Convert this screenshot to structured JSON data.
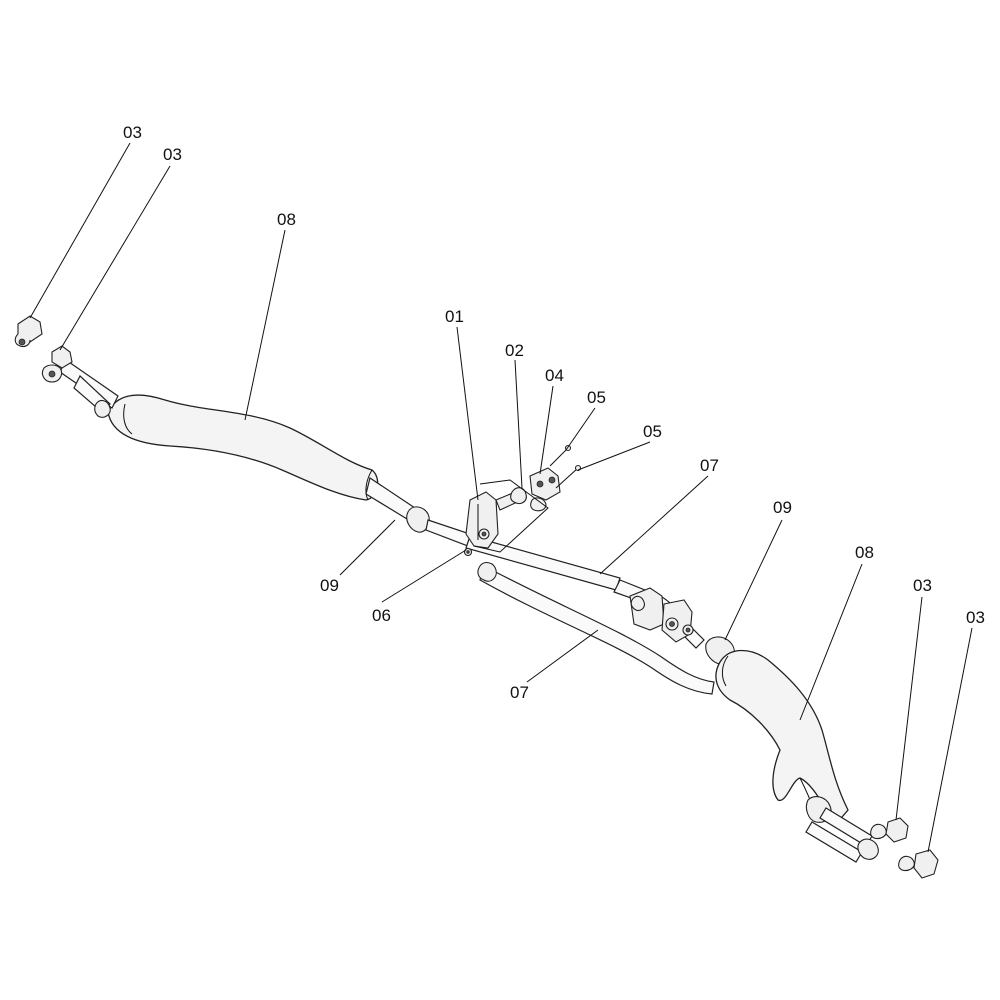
{
  "diagram": {
    "callouts": [
      {
        "id": "c-03-a",
        "label": "03"
      },
      {
        "id": "c-03-b",
        "label": "03"
      },
      {
        "id": "c-08-a",
        "label": "08"
      },
      {
        "id": "c-01",
        "label": "01"
      },
      {
        "id": "c-02",
        "label": "02"
      },
      {
        "id": "c-04",
        "label": "04"
      },
      {
        "id": "c-05-a",
        "label": "05"
      },
      {
        "id": "c-05-b",
        "label": "05"
      },
      {
        "id": "c-07-a",
        "label": "07"
      },
      {
        "id": "c-09-a",
        "label": "09"
      },
      {
        "id": "c-09-b",
        "label": "09"
      },
      {
        "id": "c-06",
        "label": "06"
      },
      {
        "id": "c-07-b",
        "label": "07"
      },
      {
        "id": "c-08-b",
        "label": "08"
      },
      {
        "id": "c-03-c",
        "label": "03"
      },
      {
        "id": "c-03-d",
        "label": "03"
      }
    ]
  }
}
